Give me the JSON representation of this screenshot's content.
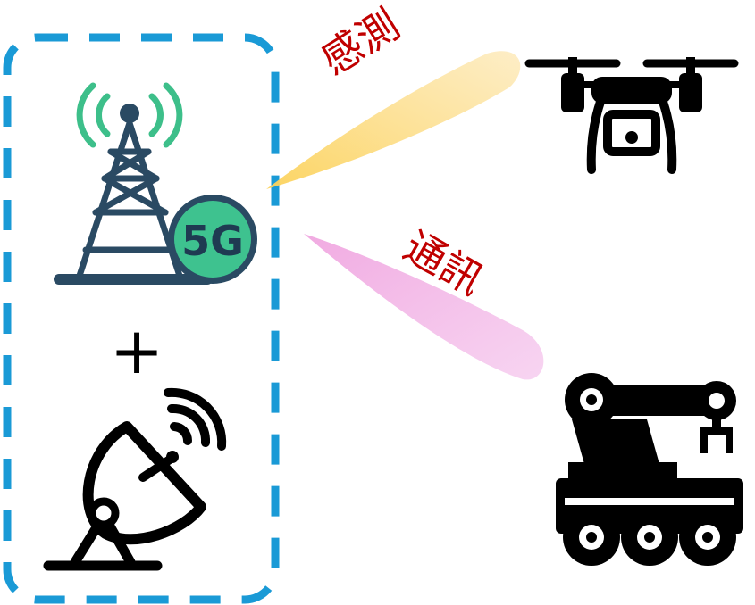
{
  "labels": {
    "sensing": "感測",
    "communication": "通訊"
  },
  "base_station": {
    "badge_text": "5G"
  },
  "operator": {
    "plus": "+"
  },
  "colors": {
    "dashed_border": "#1a9ad6",
    "label_text": "#c00000",
    "tower": "#2a4a63",
    "signal_waves": "#3dbf8a",
    "badge_fill": "#3ec28f",
    "sensing_beam": "#fcd66a",
    "communication_beam": "#f3b4e6",
    "device_black": "#000000"
  },
  "icons": {
    "tower": "5g-tower-icon",
    "satellite": "satellite-dish-icon",
    "drone": "drone-icon",
    "robot": "robot-arm-vehicle-icon"
  }
}
